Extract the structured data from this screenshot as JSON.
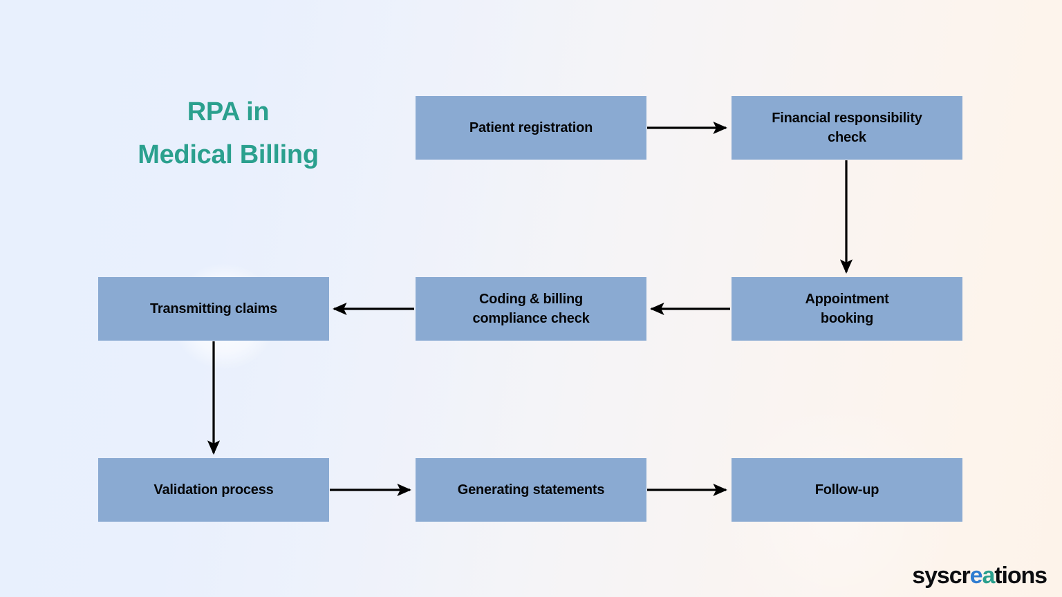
{
  "page": {
    "title_line1": "RPA in",
    "title_line2": "Medical Billing",
    "title_text": "RPA in\nMedical Billing",
    "background_left_color": "#e8f0fd",
    "background_right_color": "#fdf3ea",
    "title_color": "#2ba08e"
  },
  "diagram": {
    "type": "flowchart",
    "node_fill_color": "#8aaad2",
    "node_text_color": "#050608",
    "connector_color": "#000000",
    "nodes": [
      {
        "id": "patient-registration",
        "label": "Patient registration",
        "row": 1,
        "col": 1
      },
      {
        "id": "financial-check",
        "label": "Financial responsibility\ncheck",
        "row": 1,
        "col": 3
      },
      {
        "id": "transmitting-claims",
        "label": "Transmitting claims",
        "row": 2,
        "col": 1
      },
      {
        "id": "coding-billing",
        "label": "Coding & billing\ncompliance check",
        "row": 2,
        "col": 2
      },
      {
        "id": "appointment-booking",
        "label": "Appointment\nbooking",
        "row": 2,
        "col": 3
      },
      {
        "id": "validation-process",
        "label": "Validation process",
        "row": 3,
        "col": 1
      },
      {
        "id": "generating-statements",
        "label": "Generating statements",
        "row": 3,
        "col": 2
      },
      {
        "id": "followup",
        "label": "Follow-up",
        "row": 3,
        "col": 3
      }
    ],
    "edges": [
      {
        "from": "patient-registration",
        "to": "financial-check",
        "direction": "right"
      },
      {
        "from": "financial-check",
        "to": "appointment-booking",
        "direction": "down"
      },
      {
        "from": "appointment-booking",
        "to": "coding-billing",
        "direction": "left"
      },
      {
        "from": "coding-billing",
        "to": "transmitting-claims",
        "direction": "left"
      },
      {
        "from": "transmitting-claims",
        "to": "validation-process",
        "direction": "down"
      },
      {
        "from": "validation-process",
        "to": "generating-statements",
        "direction": "right"
      },
      {
        "from": "generating-statements",
        "to": "followup",
        "direction": "right"
      }
    ]
  },
  "logo": {
    "part1": "syscr",
    "part_e": "e",
    "part_a": "a",
    "part2": "tions",
    "full_text": "syscreations",
    "e_color": "#2f7dd1",
    "a_color": "#2ba08e"
  }
}
